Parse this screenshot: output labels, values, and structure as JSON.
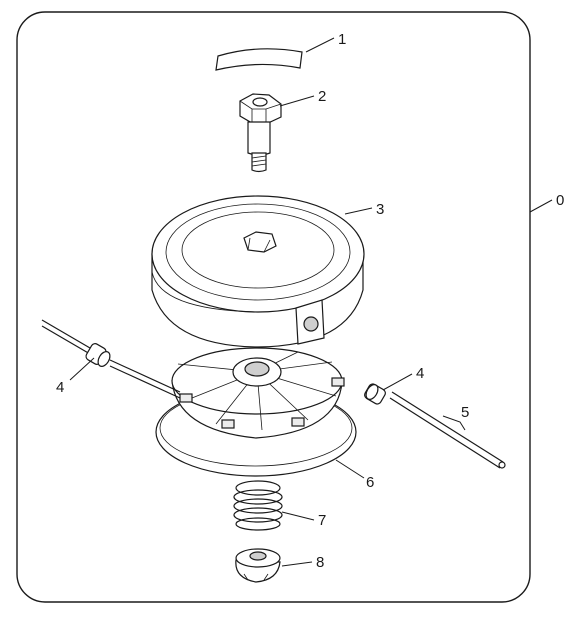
{
  "diagram": {
    "labels": {
      "assembly": "0",
      "cap": "1",
      "bolt": "2",
      "housing": "3",
      "eyelet_left": "4",
      "eyelet_right": "4",
      "line": "5",
      "spool": "6",
      "spring": "7",
      "knob": "8"
    }
  }
}
